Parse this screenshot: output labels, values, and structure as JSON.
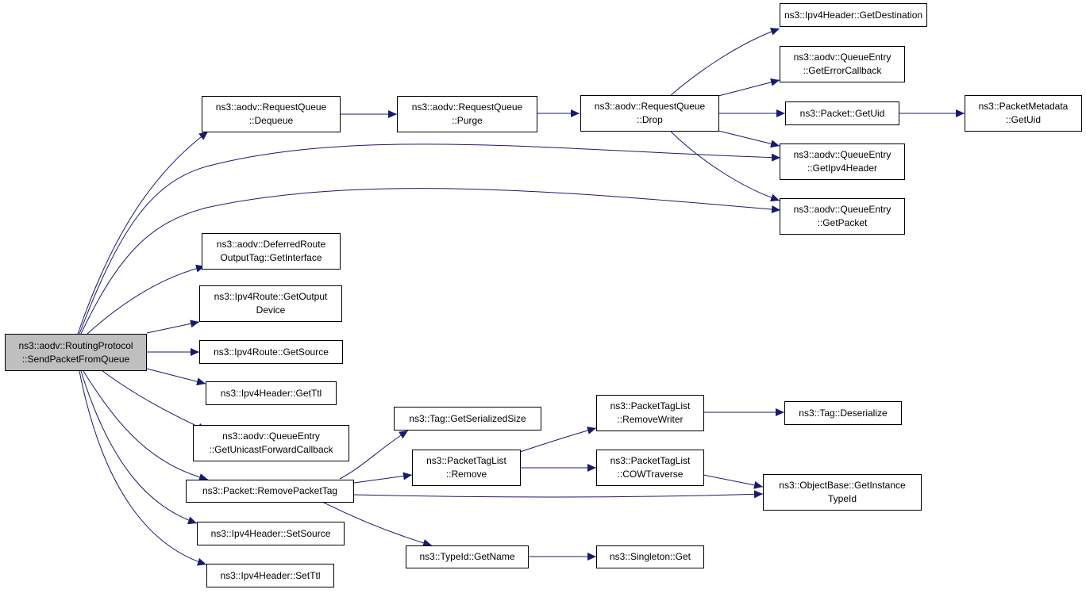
{
  "root": {
    "line1": "ns3::aodv::RoutingProtocol",
    "line2": "::SendPacketFromQueue"
  },
  "nodes": {
    "rq_dequeue": {
      "line1": "ns3::aodv::RequestQueue",
      "line2": "::Dequeue"
    },
    "rq_purge": {
      "line1": "ns3::aodv::RequestQueue",
      "line2": "::Purge"
    },
    "rq_drop": {
      "line1": "ns3::aodv::RequestQueue",
      "line2": "::Drop"
    },
    "ipv4h_getdest": {
      "line1": "ns3::Ipv4Header::GetDestination",
      "line2": ""
    },
    "qe_geterrcb": {
      "line1": "ns3::aodv::QueueEntry",
      "line2": "::GetErrorCallback"
    },
    "packet_getuid": {
      "line1": "ns3::Packet::GetUid",
      "line2": ""
    },
    "pm_getuid": {
      "line1": "ns3::PacketMetadata",
      "line2": "::GetUid"
    },
    "qe_getipv4h": {
      "line1": "ns3::aodv::QueueEntry",
      "line2": "::GetIpv4Header"
    },
    "qe_getpacket": {
      "line1": "ns3::aodv::QueueEntry",
      "line2": "::GetPacket"
    },
    "drot_getif": {
      "line1": "ns3::aodv::DeferredRoute",
      "line2": "OutputTag::GetInterface"
    },
    "ipv4r_getoutdev": {
      "line1": "ns3::Ipv4Route::GetOutput",
      "line2": "Device"
    },
    "ipv4r_getsrc": {
      "line1": "ns3::Ipv4Route::GetSource",
      "line2": ""
    },
    "ipv4h_getttl": {
      "line1": "ns3::Ipv4Header::GetTtl",
      "line2": ""
    },
    "qe_getucfwdcb": {
      "line1": "ns3::aodv::QueueEntry",
      "line2": "::GetUnicastForwardCallback"
    },
    "packet_rmtag": {
      "line1": "ns3::Packet::RemovePacketTag",
      "line2": ""
    },
    "ipv4h_setsrc": {
      "line1": "ns3::Ipv4Header::SetSource",
      "line2": ""
    },
    "ipv4h_setttl": {
      "line1": "ns3::Ipv4Header::SetTtl",
      "line2": ""
    },
    "tag_getsersize": {
      "line1": "ns3::Tag::GetSerializedSize",
      "line2": ""
    },
    "ptl_remove": {
      "line1": "ns3::PacketTagList",
      "line2": "::Remove"
    },
    "typeid_getname": {
      "line1": "ns3::TypeId::GetName",
      "line2": ""
    },
    "ptl_rmwriter": {
      "line1": "ns3::PacketTagList",
      "line2": "::RemoveWriter"
    },
    "ptl_cowtraverse": {
      "line1": "ns3::PacketTagList",
      "line2": "::COWTraverse"
    },
    "singleton_get": {
      "line1": "ns3::Singleton::Get",
      "line2": ""
    },
    "tag_deserialize": {
      "line1": "ns3::Tag::Deserialize",
      "line2": ""
    },
    "ob_getinsttid": {
      "line1": "ns3::ObjectBase::GetInstance",
      "line2": "TypeId"
    }
  },
  "colors": {
    "edge": "#191970",
    "root_fill": "#bfbfbf",
    "node_fill": "#ffffff",
    "node_border": "#000000"
  }
}
